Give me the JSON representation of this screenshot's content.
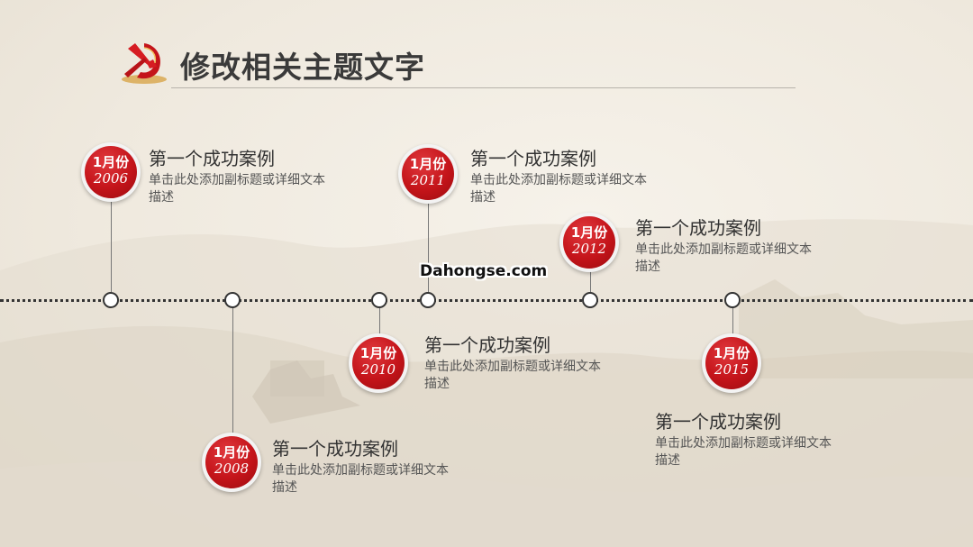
{
  "header": {
    "title": "修改相关主题文字"
  },
  "watermark": "Dahongse.com",
  "colors": {
    "accent_red": "#c4141a",
    "title_text": "#3a3a3a",
    "background": "#efe9de"
  },
  "milestones": [
    {
      "month": "1月份",
      "year": "2006",
      "title": "第一个成功案例",
      "desc": "单击此处添加副标题或详细文本描述"
    },
    {
      "month": "1月份",
      "year": "2008",
      "title": "第一个成功案例",
      "desc": "单击此处添加副标题或详细文本描述"
    },
    {
      "month": "1月份",
      "year": "2010",
      "title": "第一个成功案例",
      "desc": "单击此处添加副标题或详细文本描述"
    },
    {
      "month": "1月份",
      "year": "2011",
      "title": "第一个成功案例",
      "desc": "单击此处添加副标题或详细文本描述"
    },
    {
      "month": "1月份",
      "year": "2012",
      "title": "第一个成功案例",
      "desc": "单击此处添加副标题或详细文本描述"
    },
    {
      "month": "1月份",
      "year": "2015",
      "title": "第一个成功案例",
      "desc": "单击此处添加副标题或详细文本描述"
    }
  ]
}
